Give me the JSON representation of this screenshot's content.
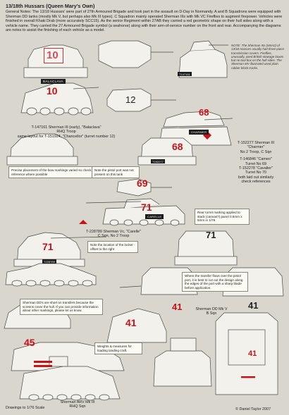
{
  "title": "13/18th Hussars (Queen Mary's Own)",
  "general_notes": "General Notes:  The 13/18 Hussars' were part of 27th Armoured Brigade and took part in the assault on D-Day in Normandy.  A and B Squadrons were equipped with Sherman DD tanks (mostly Mk V, but perhaps also Mk III types).  C Squadron mainly operated Sherman IIIs with Mk VC Fireflies to augment firepower.  Vehicles were finished in overall Khaki Drab (more accurately SCC15).  As the senior Regiment within 27AB they carried a red geometric shape on their hull sides along with a vehicle name.  They carried the 27 Armoured Brigade symbol (a seahorse) along with their arm-of-service number on the front and rear.  Accompanying the diagrams are notes to assist the finishing of each vehicle as a model.",
  "side_note": "NOTE: The Sherman IIIs (M4A2) of 13/18 Hussars usually had three-piece transmission covers. Fireflies, unusually, used British stowage boxes but no tool box on the hull sides. The Sherman MV illustrated used plain rubber block tracks.",
  "vehicles": {
    "v1_line1": "T-147161 Sherman III (early), \"Balaclava\"",
    "v1_line2": "RHQ Troop",
    "v1_line3": "same layout for T-151924, \"Chancellor\" (turret number 12)",
    "v2_line1": "T-152277 Sherman III",
    "v2_line2": "\"Charmer\"",
    "v2_line3": "No 2 Troop, C Sqn",
    "v2_line4": "T-146846 \"Cameo\"",
    "v2_line5": "Turret No 69",
    "v2_line6": "T-152278 \"Cavalier\"",
    "v2_line7": "Turret No 70",
    "v2_line8": "both laid out similarly",
    "v2_line9": "check references",
    "v3_line1": "T-228789 Sherman Vc, \"Carelle\"",
    "v3_line2": "C Sqn, No 2 Troop",
    "v4_line1": "Sherman DD Mk V",
    "v4_line2": "B Sqn",
    "v5_line1": "Sherman ARV Mk III",
    "v5_line2": "RHQ Sqn"
  },
  "annotations": {
    "a1": "Precise placement of the bow markings varied so check reference where possible",
    "a2": "Note the pistol port was not present on this tank",
    "a3": "Rear turret marking applied to stack (canvas?) panel 0.5mm x 5mm in 1/76",
    "a4": "Note the location of the locker - offset to the right",
    "a5": "Where the transfer flows over the pistol port, it is best to cut out the design along the edges of the port with a sharp blade before application.",
    "a6": "Sherman DD's are short on transfers because the screens cover the hull. If you can provide information about other markings, please let us know.",
    "a7": "Weights & measures for loading landing craft."
  },
  "markings": {
    "m10a": "10",
    "m10b": "10",
    "m12": "12",
    "m68a": "68",
    "m68b": "68",
    "m69": "69",
    "m71a": "71",
    "m71b": "71",
    "m71c": "71",
    "m41a": "41",
    "m41b": "41",
    "m41c": "41",
    "m41d": "41",
    "m45": "45",
    "balaclava": "BALACLAVA",
    "charmer": "CHARMER",
    "carelle": "CARELLE",
    "reg1": "T147161",
    "reg2": "T152277",
    "reg3": "T228789"
  },
  "footer": {
    "scale": "Drawings to 1/76 Scale",
    "copyright": "© Daniel Taylor 2007"
  },
  "colors": {
    "background": "#d9d6ce",
    "vehicle": "#f2f1ec",
    "outline": "#4a4a46",
    "marking_red": "#c8121a"
  }
}
